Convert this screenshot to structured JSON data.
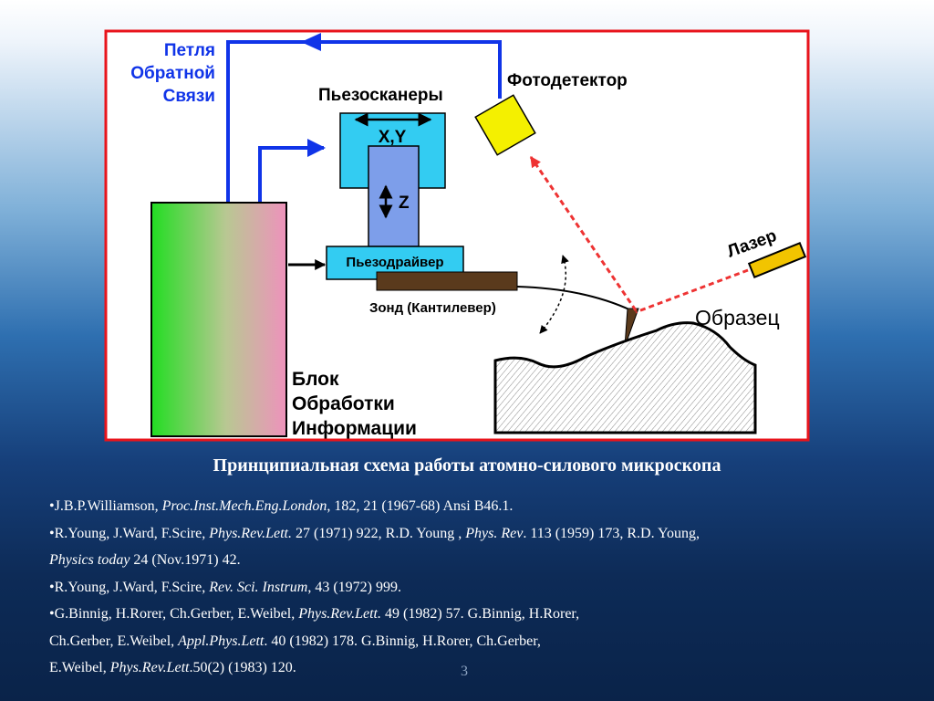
{
  "diagram": {
    "feedback_loop": [
      "Петля",
      "Обратной",
      "Связи"
    ],
    "piezoscanners": "Пьезосканеры",
    "xy": "X,Y",
    "z": "Z",
    "photodetector": "Фотодетектор",
    "laser": "Лазер",
    "piezodriver": "Пьезодрайвер",
    "probe": "Зонд (Кантилевер)",
    "sample": "Образец",
    "processing_unit": [
      "Блок",
      "Обработки",
      "Информации"
    ]
  },
  "caption": "Принципиальная схема работы атомно-силового микроскопа",
  "references": [
    [
      {
        "t": "•J.B.P.Williamson, "
      },
      {
        "t": "Proc.Inst.Mech.Eng.London",
        "i": true
      },
      {
        "t": ", 182, 21 (1967-68) Ansi B46.1."
      }
    ],
    [
      {
        "t": "•R.Young, J.Ward, F.Scire, "
      },
      {
        "t": "Phys.Rev.Lett.",
        "i": true
      },
      {
        "t": " 27 (1971) 922, R.D. Young , "
      },
      {
        "t": "Phys. Rev",
        "i": true
      },
      {
        "t": ". 113 (1959) 173, R.D. Young,"
      }
    ],
    [
      {
        "t": "Physics today",
        "i": true
      },
      {
        "t": " 24  (Nov.1971) 42."
      }
    ],
    [
      {
        "t": "•R.Young, J.Ward, F.Scire, "
      },
      {
        "t": "Rev. Sci. Instrum",
        "i": true
      },
      {
        "t": ", 43 (1972) 999."
      }
    ],
    [
      {
        "t": "•G.Binnig, H.Rorer, Ch.Gerber, E.Weibel, "
      },
      {
        "t": "Phys.Rev.Lett.",
        "i": true
      },
      {
        "t": " 49 (1982) 57. G.Binnig, H.Rorer,"
      }
    ],
    [
      {
        "t": "Ch.Gerber, E.Weibel, "
      },
      {
        "t": "Appl.Phys.Lett",
        "i": true
      },
      {
        "t": ". 40 (1982) 178. G.Binnig, H.Rorer, Ch.Gerber,"
      }
    ],
    [
      {
        "t": "E.Weibel, "
      },
      {
        "t": "Phys.Rev.Lett",
        "i": true
      },
      {
        "t": ".50(2) (1983) 120."
      }
    ]
  ],
  "page_number": "3",
  "colors": {
    "frame": "#e8141c",
    "feedback": "#1034e8",
    "scanner_xy": "#33ccf2",
    "scanner_z": "#7d9eea",
    "photodetector": "#f4f000",
    "laser": "#f2c400",
    "beam": "#ee3333",
    "cantilever": "#5a3a1c"
  }
}
